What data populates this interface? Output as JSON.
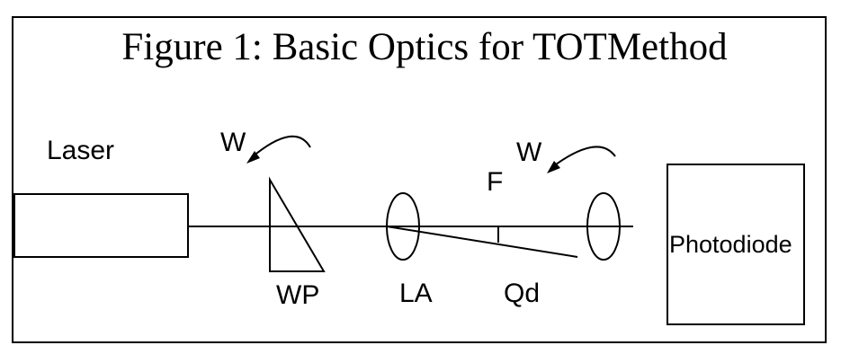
{
  "figure": {
    "title": "Figure 1: Basic Optics for TOTMethod"
  },
  "labels": {
    "laser": "Laser",
    "rotation_w_left": "W",
    "rotation_w_right": "W",
    "f": "F",
    "wp": "WP",
    "la": "LA",
    "qd": "Qd",
    "photodiode": "Photodiode"
  },
  "colors": {
    "line": "#000000",
    "background": "#ffffff"
  }
}
